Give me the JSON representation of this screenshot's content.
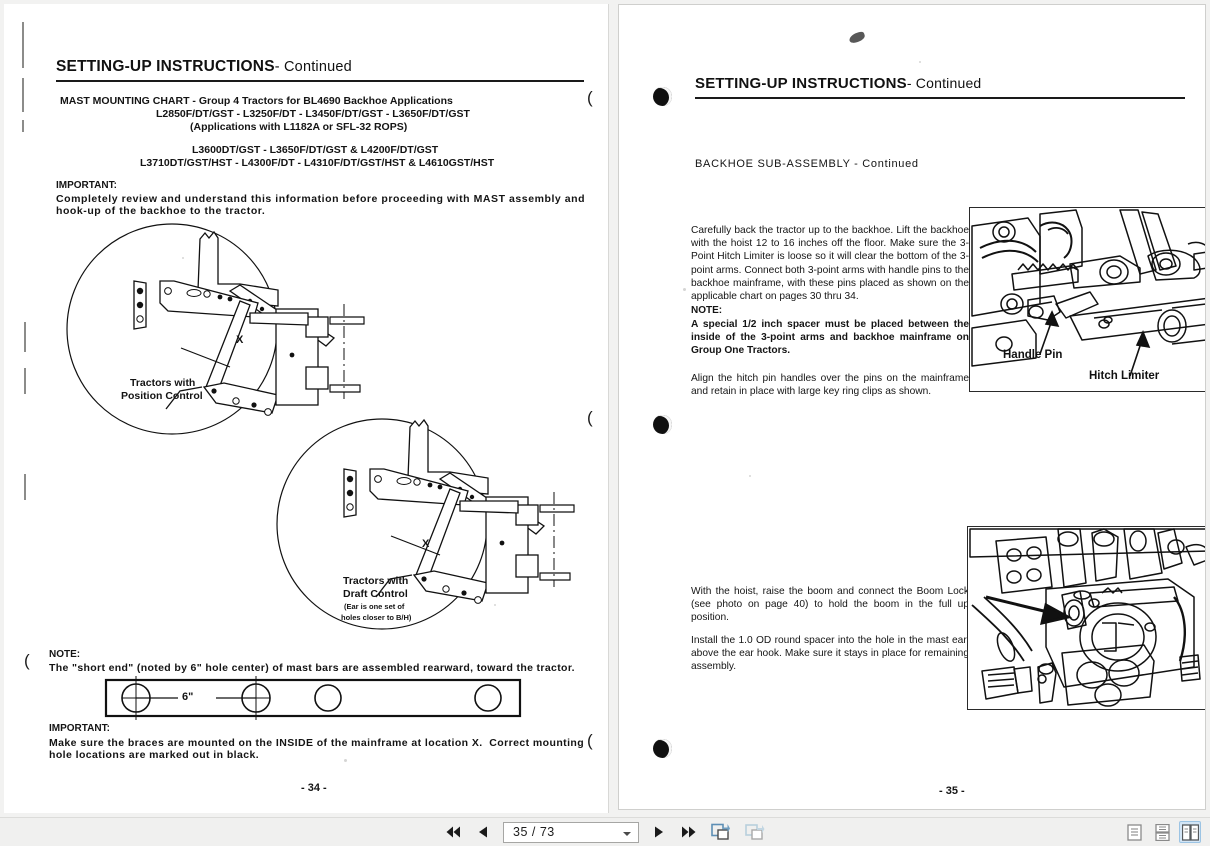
{
  "viewer": {
    "toolbar": {
      "first_page_label": "First Page",
      "prev_page_label": "Previous Page",
      "page_value": "35 / 73",
      "next_page_label": "Next Page",
      "last_page_label": "Last Page",
      "fit_width_label": "Fit Width",
      "fit_page_label": "Fit Page",
      "view_single_label": "Single Page View",
      "view_continuous_label": "Continuous View",
      "view_two_page_label": "Two Page View",
      "accent_color": "#d3e5f5"
    }
  },
  "left_page": {
    "footer": "- 34 -",
    "header": {
      "title": "SETTING-UP INSTRUCTIONS",
      "continued": "- Continued"
    },
    "chart_title": {
      "line1": "MAST MOUNTING CHART - Group 4 Tractors for BL4690 Backhoe Applications",
      "line2": "L2850F/DT/GST - L3250F/DT - L3450F/DT/GST - L3650F/DT/GST",
      "line3": "(Applications with L1182A or SFL-32 ROPS)",
      "line4": "L3600DT/GST - L3650F/DT/GST & L4200F/DT/GST",
      "line5": "L3710DT/GST/HST - L4300F/DT - L4310F/DT/GST/HST & L4610GST/HST"
    },
    "important_top": {
      "label": "IMPORTANT:",
      "line1": "Completely review and understand this information before proceeding with MAST assembly and",
      "line2": "hook-up of the backhoe to the tractor."
    },
    "diagram_top": {
      "callout": "X",
      "caption_line1": "Tractors with",
      "caption_line2": "Position Control"
    },
    "diagram_bottom": {
      "callout": "X",
      "caption_line1": "Tractors with",
      "caption_line2": "Draft Control",
      "caption_line3": "(Ear is one set of",
      "caption_line4": "holes closer to B/H)"
    },
    "note": {
      "label": "NOTE:",
      "line1": "The \"short end\" (noted by 6\" hole center) of mast bars are assembled rearward, toward the tractor."
    },
    "mast_bar": {
      "dimension": "6\""
    },
    "important_bottom": {
      "label": "IMPORTANT:",
      "line1": "Make sure the braces are mounted on the INSIDE of the mainframe at location X.  Correct mounting",
      "line2": "hole locations are marked out in black."
    }
  },
  "right_page": {
    "footer": "- 35 -",
    "header": {
      "title": "SETTING-UP INSTRUCTIONS",
      "continued": "- Continued"
    },
    "section_title": "BACKHOE SUB-ASSEMBLY - Continued",
    "para1": "Carefully  back  the  tractor  up  to  the  backhoe.   Lift the  backhoe  with  the  hoist  12  to  16  inches  off  the floor.   Make  sure  the  3-Point  Hitch  Limiter  is  loose so  it  will  clear  the  bottom  of  the  3-point  arms. Connect  both  3-point  arms  with  handle  pins  to  the backhoe  mainframe,  with  these  pins  placed  as shown  on  the  applicable  chart  on  pages 30  thru  34.",
    "note_label": "NOTE:",
    "note_text": "A  special  1/2  inch  spacer  must  be  placed between  the  inside  of  the  3-point  arms  and backhoe mainframe on Group One Tractors.",
    "para2": "Align  the  hitch  pin  handles  over  the  pins  on  the mainframe  and  retain  in  place  with  large  key  ring clips  as  shown.",
    "para3": "With  the  hoist,  raise  the  boom  and  connect  the Boom  Lock  (see  photo  on  page  40)  to  hold  the boom  in the  full  up  position.",
    "para4": "Install  the  1.0  OD  round  spacer  into  the  hole  in  the mast  ear,  above  the  ear  hook.   Make  sure  it  stays in place  for  remaining  assembly.",
    "photo_top": {
      "label_handle_pin": "Handle Pin",
      "label_hitch_limiter": "Hitch Limiter"
    }
  }
}
